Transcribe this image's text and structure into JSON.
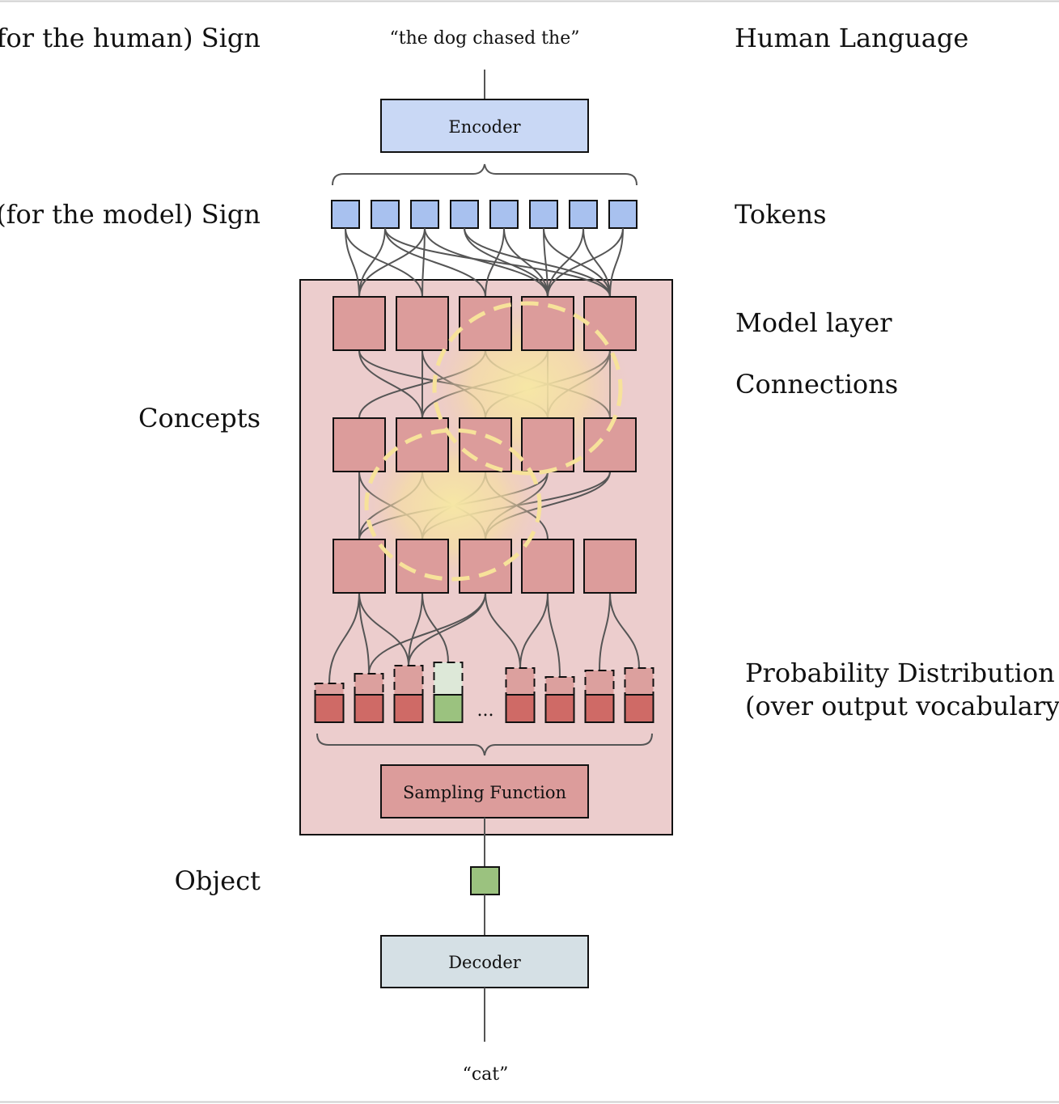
{
  "colors": {
    "encoder": "#c9d8f5",
    "token": "#a8c1ef",
    "panel": "#eccdcd",
    "node": "#dc9c9b",
    "bar_solid": "#cf6a66",
    "bar_dashed": "#dca09e",
    "selected_solid": "#9bc27f",
    "selected_dashed": "#dde8d8",
    "decoder": "#d5e0e5",
    "glow": "#f6e7a5",
    "glow_outline": "#f7e29a"
  },
  "left_labels": {
    "human_sign": "(for the human) Sign",
    "model_sign": "(for the model) Sign",
    "concepts": "Concepts",
    "object": "Object"
  },
  "right_labels": {
    "human_language": "Human Language",
    "tokens": "Tokens",
    "model_layer": "Model layer",
    "connections": "Connections",
    "prob_line1": "Probability Distribution",
    "prob_line2": "(over output vocabulary)"
  },
  "input_text": "“the dog chased the”",
  "output_text": "“cat”",
  "boxes": {
    "encoder": "Encoder",
    "sampling": "Sampling Function",
    "decoder": "Decoder"
  },
  "ellipsis": "...",
  "distribution": {
    "bars": [
      0.14,
      0.26,
      0.36,
      0.4,
      0.33,
      0.22,
      0.3,
      0.33
    ],
    "selected_index": 3
  }
}
